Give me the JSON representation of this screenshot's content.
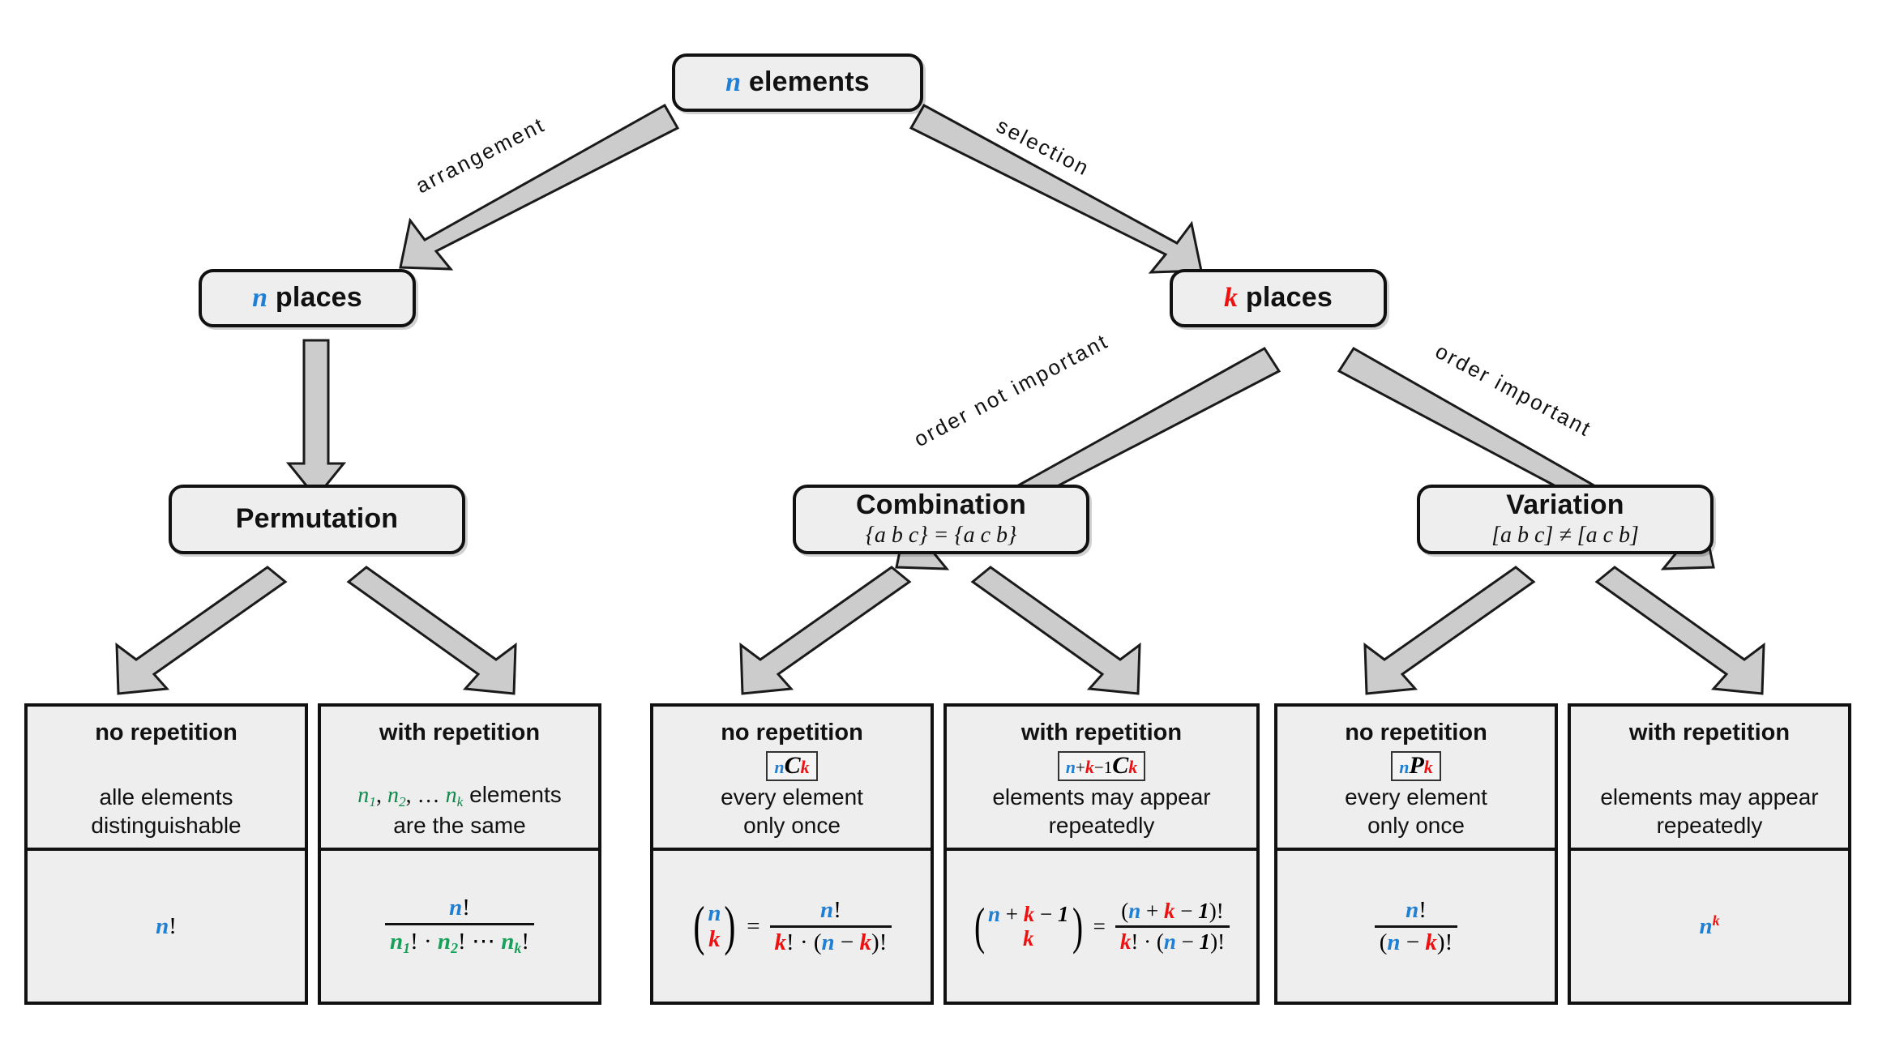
{
  "diagram": {
    "title": "Combinatorics decision tree",
    "colors": {
      "n": "#1f7fd4",
      "k": "#ee1111",
      "n_sub": "#17a05a",
      "box_fill": "#eeeeee",
      "box_stroke": "#111111",
      "arrow_fill": "#cccccc"
    }
  },
  "nodes": {
    "root": {
      "label_var": "n",
      "label_text": " elements"
    },
    "n_places": {
      "label_var": "n",
      "label_text": " places"
    },
    "k_places": {
      "label_var": "k",
      "label_text": " places"
    },
    "permutation": {
      "title": "Permutation",
      "sub": ""
    },
    "combination": {
      "title": "Combination",
      "sub": "{a b c} = {a c b}"
    },
    "variation": {
      "title": "Variation",
      "sub": "[a b c] ≠ [a c b]"
    }
  },
  "edges": {
    "arrangement": "arrangement",
    "selection": "selection",
    "order_not_important": "order not important",
    "order_important": "order important"
  },
  "leaves": [
    {
      "id": "perm-no-rep",
      "head": "no repetition",
      "notation": "",
      "desc_line1": "alle elements",
      "desc_line2": "distinguishable",
      "formula_plain": "n!"
    },
    {
      "id": "perm-with-rep",
      "head": "with repetition",
      "notation": "",
      "desc_line1": "n₁, n₂, … nₖ elements",
      "desc_line2": "are the same",
      "formula_plain": "n! / (n₁! · n₂! ⋯ nₖ!)"
    },
    {
      "id": "comb-no-rep",
      "head": "no repetition",
      "notation": "nCk",
      "desc_line1": "every element",
      "desc_line2": "only once",
      "formula_plain": "(n choose k) = n! / (k! · (n − k)!)"
    },
    {
      "id": "comb-with-rep",
      "head": "with repetition",
      "notation": "n+k-1Ck",
      "desc_line1": "elements may appear",
      "desc_line2": "repeatedly",
      "formula_plain": "(n+k−1 choose k) = (n + k − 1)! / (k! · (n − 1)!)"
    },
    {
      "id": "var-no-rep",
      "head": "no repetition",
      "notation": "nPk",
      "desc_line1": "every element",
      "desc_line2": "only once",
      "formula_plain": "n! / (n − k)!"
    },
    {
      "id": "var-with-rep",
      "head": "with repetition",
      "notation": "",
      "desc_line1": "elements may appear",
      "desc_line2": "repeatedly",
      "formula_plain": "n^k"
    }
  ]
}
